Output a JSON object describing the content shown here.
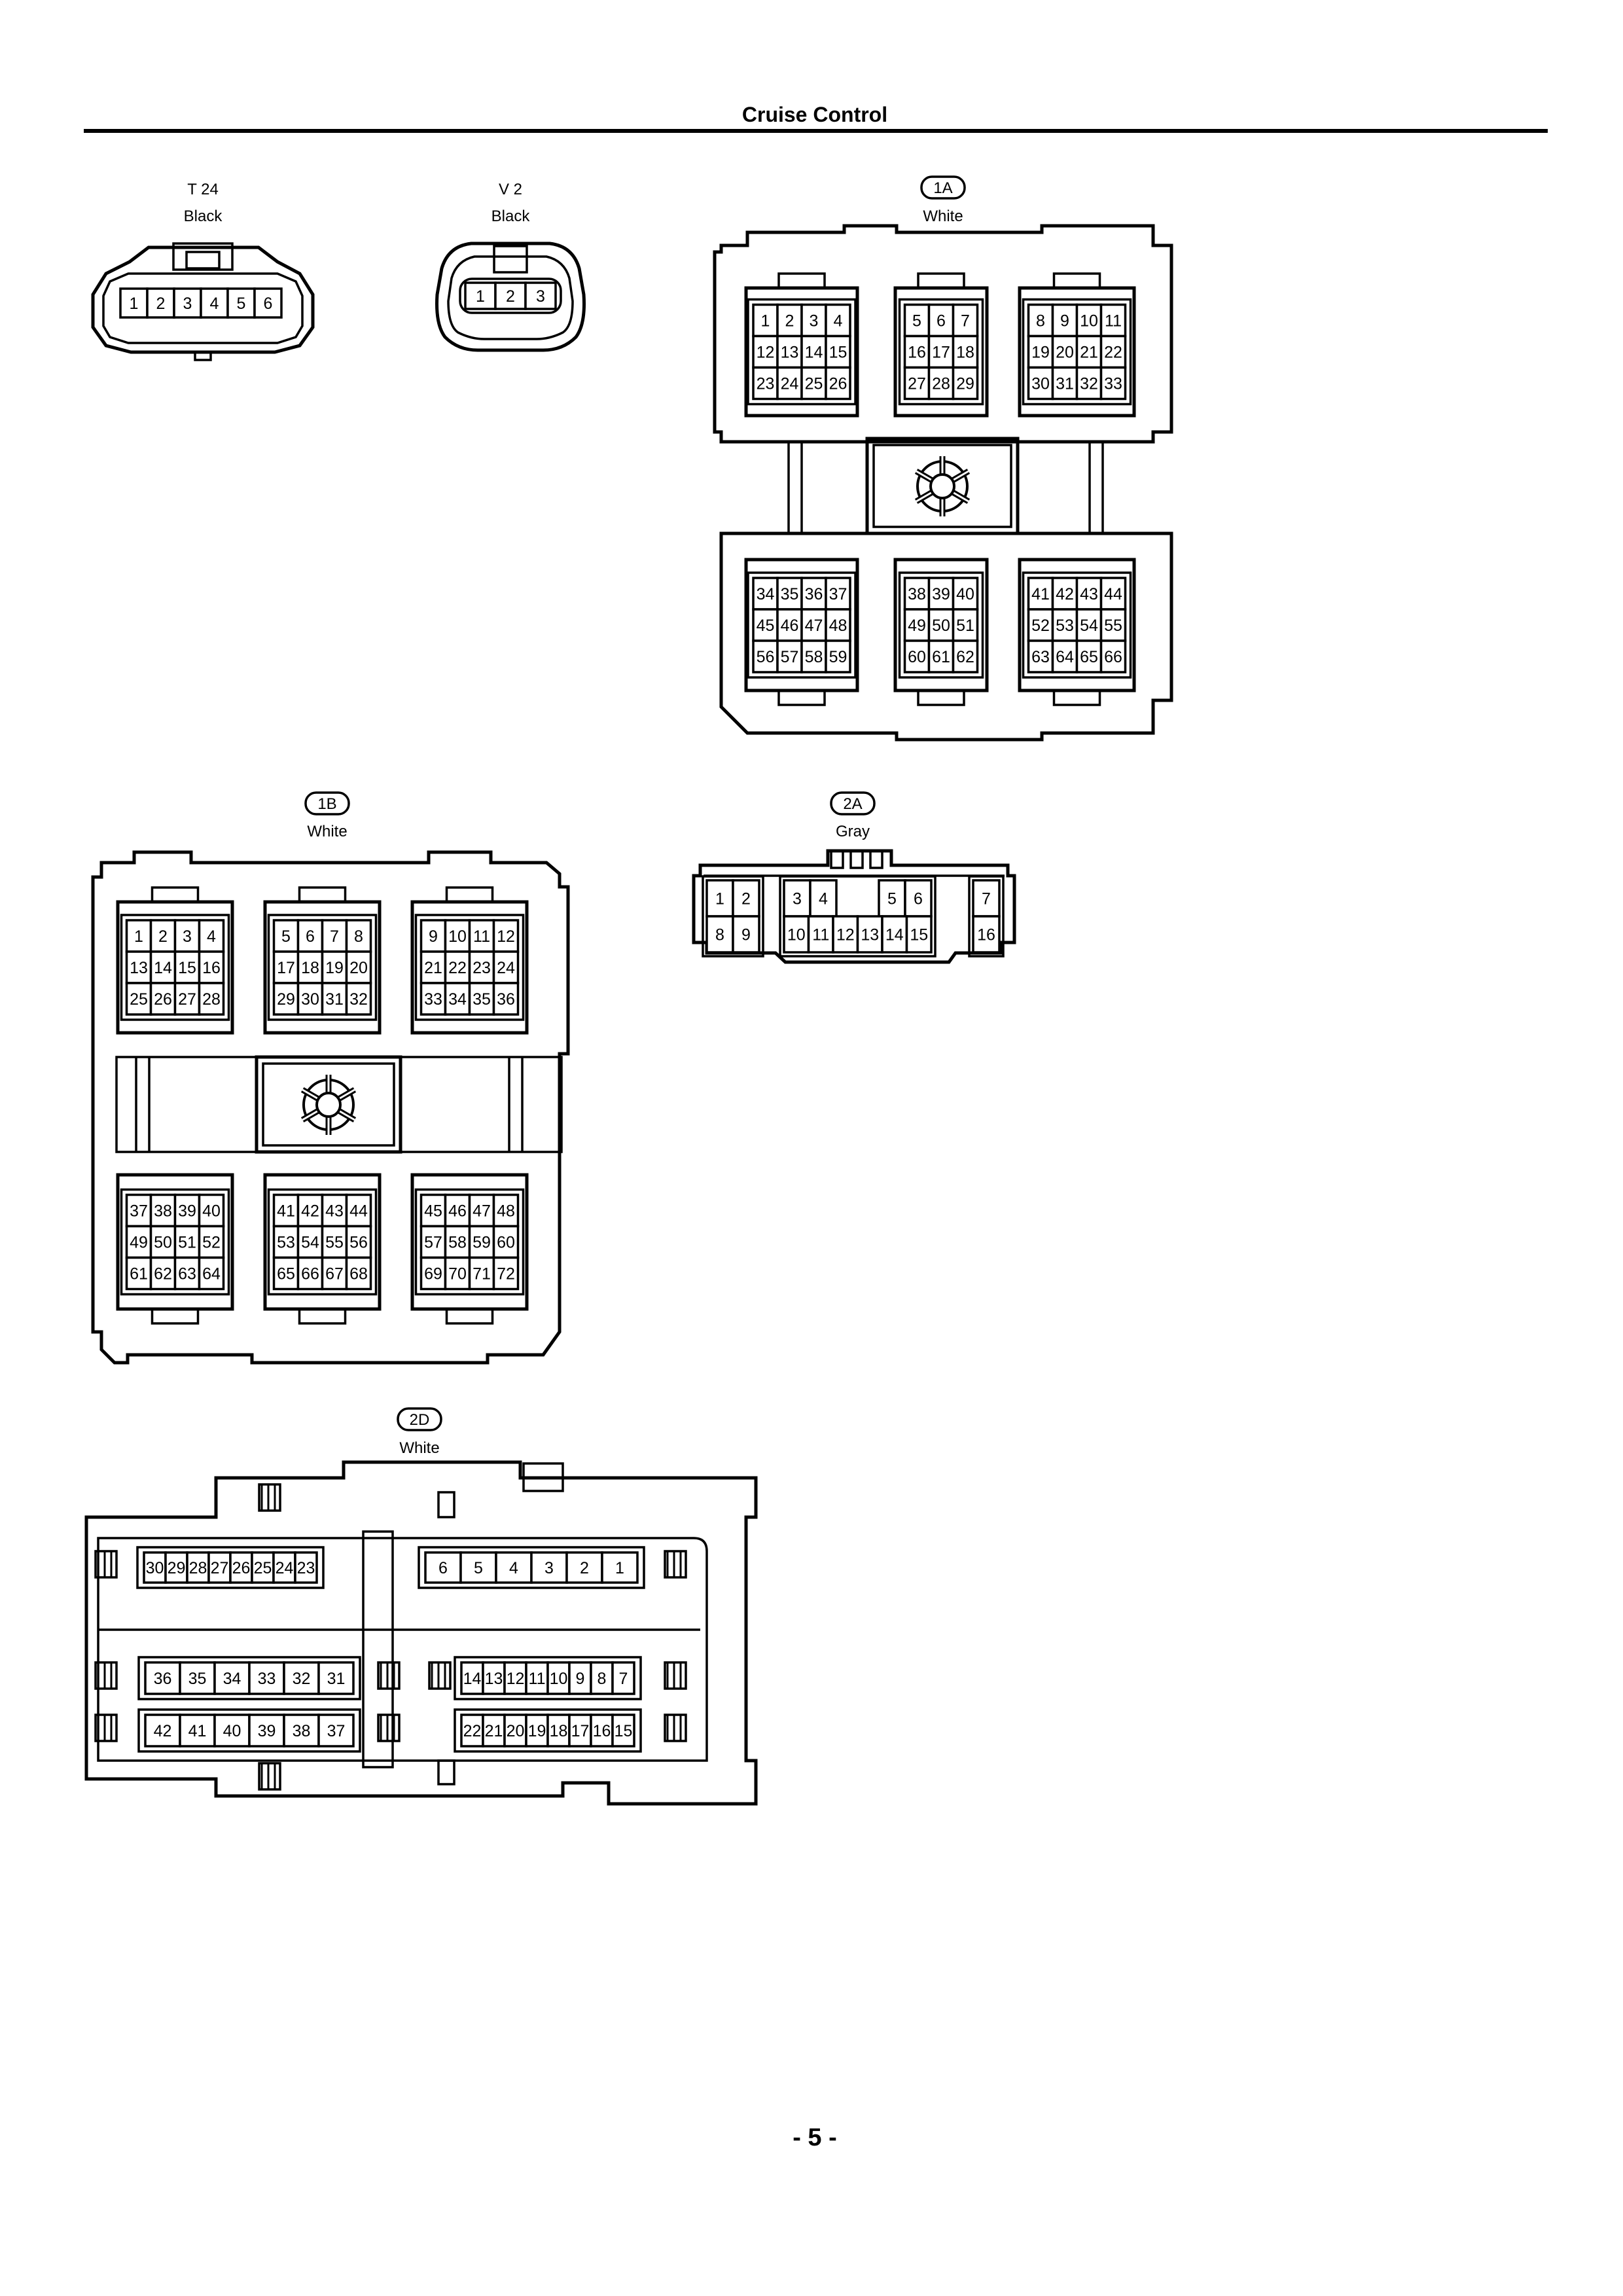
{
  "header": {
    "title": "Cruise Control"
  },
  "footer": {
    "page_number": "- 5 -"
  },
  "connectors": {
    "t24": {
      "code": "T 24",
      "color": "Black",
      "rows": [
        [
          "1",
          "2",
          "3",
          "4",
          "5",
          "6"
        ]
      ]
    },
    "v2": {
      "code": "V 2",
      "color": "Black",
      "rows": [
        [
          "1",
          "2",
          "3"
        ]
      ]
    },
    "c1a": {
      "code": "1A",
      "color": "White",
      "blocks": [
        [
          [
            "1",
            "2",
            "3",
            "4"
          ],
          [
            "12",
            "13",
            "14",
            "15"
          ],
          [
            "23",
            "24",
            "25",
            "26"
          ]
        ],
        [
          [
            "5",
            "6",
            "7"
          ],
          [
            "16",
            "17",
            "18"
          ],
          [
            "27",
            "28",
            "29"
          ]
        ],
        [
          [
            "8",
            "9",
            "10",
            "11"
          ],
          [
            "19",
            "20",
            "21",
            "22"
          ],
          [
            "30",
            "31",
            "32",
            "33"
          ]
        ],
        [
          [
            "34",
            "35",
            "36",
            "37"
          ],
          [
            "45",
            "46",
            "47",
            "48"
          ],
          [
            "56",
            "57",
            "58",
            "59"
          ]
        ],
        [
          [
            "38",
            "39",
            "40"
          ],
          [
            "49",
            "50",
            "51"
          ],
          [
            "60",
            "61",
            "62"
          ]
        ],
        [
          [
            "41",
            "42",
            "43",
            "44"
          ],
          [
            "52",
            "53",
            "54",
            "55"
          ],
          [
            "63",
            "64",
            "65",
            "66"
          ]
        ]
      ]
    },
    "c1b": {
      "code": "1B",
      "color": "White",
      "blocks": [
        [
          [
            "1",
            "2",
            "3",
            "4"
          ],
          [
            "13",
            "14",
            "15",
            "16"
          ],
          [
            "25",
            "26",
            "27",
            "28"
          ]
        ],
        [
          [
            "5",
            "6",
            "7",
            "8"
          ],
          [
            "17",
            "18",
            "19",
            "20"
          ],
          [
            "29",
            "30",
            "31",
            "32"
          ]
        ],
        [
          [
            "9",
            "10",
            "11",
            "12"
          ],
          [
            "21",
            "22",
            "23",
            "24"
          ],
          [
            "33",
            "34",
            "35",
            "36"
          ]
        ],
        [
          [
            "37",
            "38",
            "39",
            "40"
          ],
          [
            "49",
            "50",
            "51",
            "52"
          ],
          [
            "61",
            "62",
            "63",
            "64"
          ]
        ],
        [
          [
            "41",
            "42",
            "43",
            "44"
          ],
          [
            "53",
            "54",
            "55",
            "56"
          ],
          [
            "65",
            "66",
            "67",
            "68"
          ]
        ],
        [
          [
            "45",
            "46",
            "47",
            "48"
          ],
          [
            "57",
            "58",
            "59",
            "60"
          ],
          [
            "69",
            "70",
            "71",
            "72"
          ]
        ]
      ]
    },
    "c2a": {
      "code": "2A",
      "color": "Gray",
      "groups": [
        [
          [
            "1",
            "2"
          ],
          [
            "8",
            "9"
          ]
        ],
        [
          [
            "3",
            "4"
          ],
          [
            "10",
            "11",
            "12",
            "13",
            "14",
            "15"
          ],
          [
            "5",
            "6"
          ]
        ],
        [
          [
            "7"
          ],
          [
            "16"
          ]
        ]
      ]
    },
    "c2d": {
      "code": "2D",
      "color": "White",
      "rows": [
        [
          "30",
          "29",
          "28",
          "27",
          "26",
          "25",
          "24",
          "23"
        ],
        [
          "6",
          "5",
          "4",
          "3",
          "2",
          "1"
        ],
        [
          "36",
          "35",
          "34",
          "33",
          "32",
          "31"
        ],
        [
          "14",
          "13",
          "12",
          "11",
          "10",
          "9",
          "8",
          "7"
        ],
        [
          "42",
          "41",
          "40",
          "39",
          "38",
          "37"
        ],
        [
          "22",
          "21",
          "20",
          "19",
          "18",
          "17",
          "16",
          "15"
        ]
      ]
    }
  }
}
